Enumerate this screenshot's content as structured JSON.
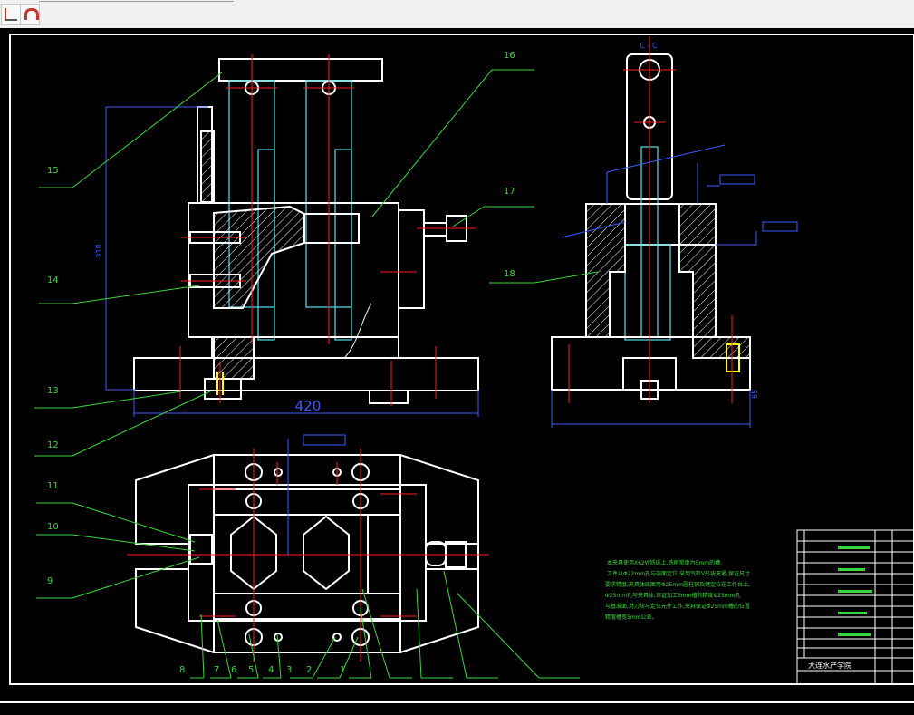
{
  "toolbar": {
    "buttons": [
      {
        "icon": "dimension-tool-icon"
      },
      {
        "icon": "magnet-snap-icon"
      }
    ]
  },
  "drawing": {
    "section_label": "C - C",
    "overall_dimension": "420",
    "height_dimension": "318",
    "small_dimension": "65",
    "callouts": [
      "15",
      "14",
      "13",
      "12",
      "16",
      "17",
      "18",
      "11",
      "10",
      "9",
      "8",
      "7",
      "6",
      "5",
      "4",
      "3",
      "2",
      "1"
    ],
    "tech_notes": [
      "本夹具使用X62W铣床上,铣削宽度为5mm的槽,",
      "工件以Φ22mm孔与端面定位,采用气缸V形块夹紧,保证尺寸",
      "要求精度,夹具体底面用Φ25mm圆柱销及键定位在工作台上,",
      "Φ25mm孔与夹具体,保证加工5mm槽的精度Φ25mm孔",
      "与基准面,对刀块与定位元件工作,夹具保证Φ25mm槽的位置",
      "精度槽宽5mm公差。"
    ],
    "title_block": {
      "school": "大连水产学院"
    }
  }
}
